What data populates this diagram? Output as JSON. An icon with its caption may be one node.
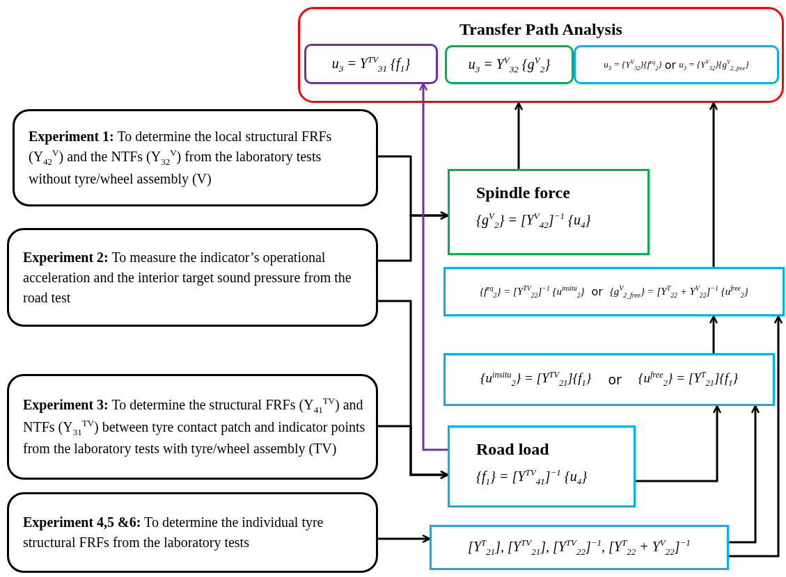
{
  "diagram": {
    "nodes": [
      {
        "text": [
          "Transfer Path Analysis"
        ]
      },
      {
        "text": [
          "u$_{3}$ = Y$^{TV}$$_{31}$ {f$_{1}$}"
        ],
        "in": 0
      },
      {
        "text": [
          "u$_{3}$ = Y$^{V}$$_{32}$ {g$^{V}$$_{2}$}"
        ],
        "in": 0
      },
      {
        "text": [
          "u$_{3}$ = {Y$^{V}$$_{32}$}{f$^{eq}$$_{2}$}",
          "or",
          "u$_{3}$ = {Y$^{V}$$_{32}$}{g$^{V}$$_{2_free}$}"
        ],
        "in": 0
      },
      {
        "text": [
          "**Experiment 1:** To determine the local structural FRFs (Y$_{42}$$^{V}$) and the NTFs (Y$_{32}$$^{V}$) from the laboratory tests without tyre/wheel assembly (V)"
        ]
      },
      {
        "text": [
          "**Experiment 2:** To measure the indicator’s operational acceleration and the interior target sound pressure from the road test"
        ]
      },
      {
        "text": [
          "**Experiment 3:** To determine the structural FRFs (Y$_{41}$$^{TV}$) and NTFs (Y$_{31}$$^{TV}$) between tyre contact patch and indicator points from the laboratory tests with tyre/wheel assembly (TV)"
        ]
      },
      {
        "text": [
          "**Experiment 4,5 &6:** To determine the individual tyre structural FRFs from the laboratory tests"
        ]
      },
      {
        "text": [
          "Spindle force",
          "{g$^{V}$$_{2}$} = [Y$^{V}$$_{42}$]$^{−1}$ {u$_{4}$}"
        ]
      },
      {
        "text": [
          "{f$^{eq}$$_{2}$} = [Y$^{TV}$$_{22}$]$^{−1}$ {u$^{insitu}$$_{2}$}",
          "or",
          "{g$^{V}$$_{2_free}$} = [Y$^{T}$$_{22}$ + Y$^{V}$$_{22}$]$^{−1}$ {u$^{free}$$_{2}$}"
        ]
      },
      {
        "text": [
          "{u$^{insitu}$$_{2}$} = [Y$^{TV}$$_{21}$]{f$_{1}$}",
          "or",
          "{u$^{free}$$_{2}$} = [Y$^{T}$$_{21}$]{f$_{1}$}"
        ]
      },
      {
        "text": [
          "Road load",
          "{f$_{1}$} = [Y$^{TV}$$_{41}$]$^{−1}$ {u$_{4}$}"
        ]
      },
      {
        "text": [
          "[Y$^{T}$$_{21}$], [Y$^{TV}$$_{21}$], [Y$^{TV}$$_{22}$]$^{−1}$, [Y$^{T}$$_{22}$ + Y$^{V}$$_{22}$]$^{−1}$"
        ]
      }
    ],
    "edges": [
      {
        "from": 4,
        "to": 8,
        "arrow": "to"
      },
      {
        "from": 5,
        "to": 8,
        "arrow": "to"
      },
      {
        "from": 5,
        "to": 11,
        "arrow": "to"
      },
      {
        "from": 6,
        "to": 11,
        "arrow": "to"
      },
      {
        "from": 7,
        "to": 12,
        "arrow": "to"
      },
      {
        "from": 11,
        "to": 1,
        "arrow": "to",
        "color": "#7030a0"
      },
      {
        "from": 8,
        "to": 0,
        "arrow": "to"
      },
      {
        "from": 9,
        "to": 0,
        "arrow": "to"
      },
      {
        "from": 10,
        "to": 9,
        "arrow": "to"
      },
      {
        "from": 12,
        "to": 9,
        "arrow": "to"
      },
      {
        "from": 11,
        "to": 10,
        "arrow": "to"
      },
      {
        "from": 12,
        "to": 10,
        "arrow": "to"
      }
    ]
  }
}
